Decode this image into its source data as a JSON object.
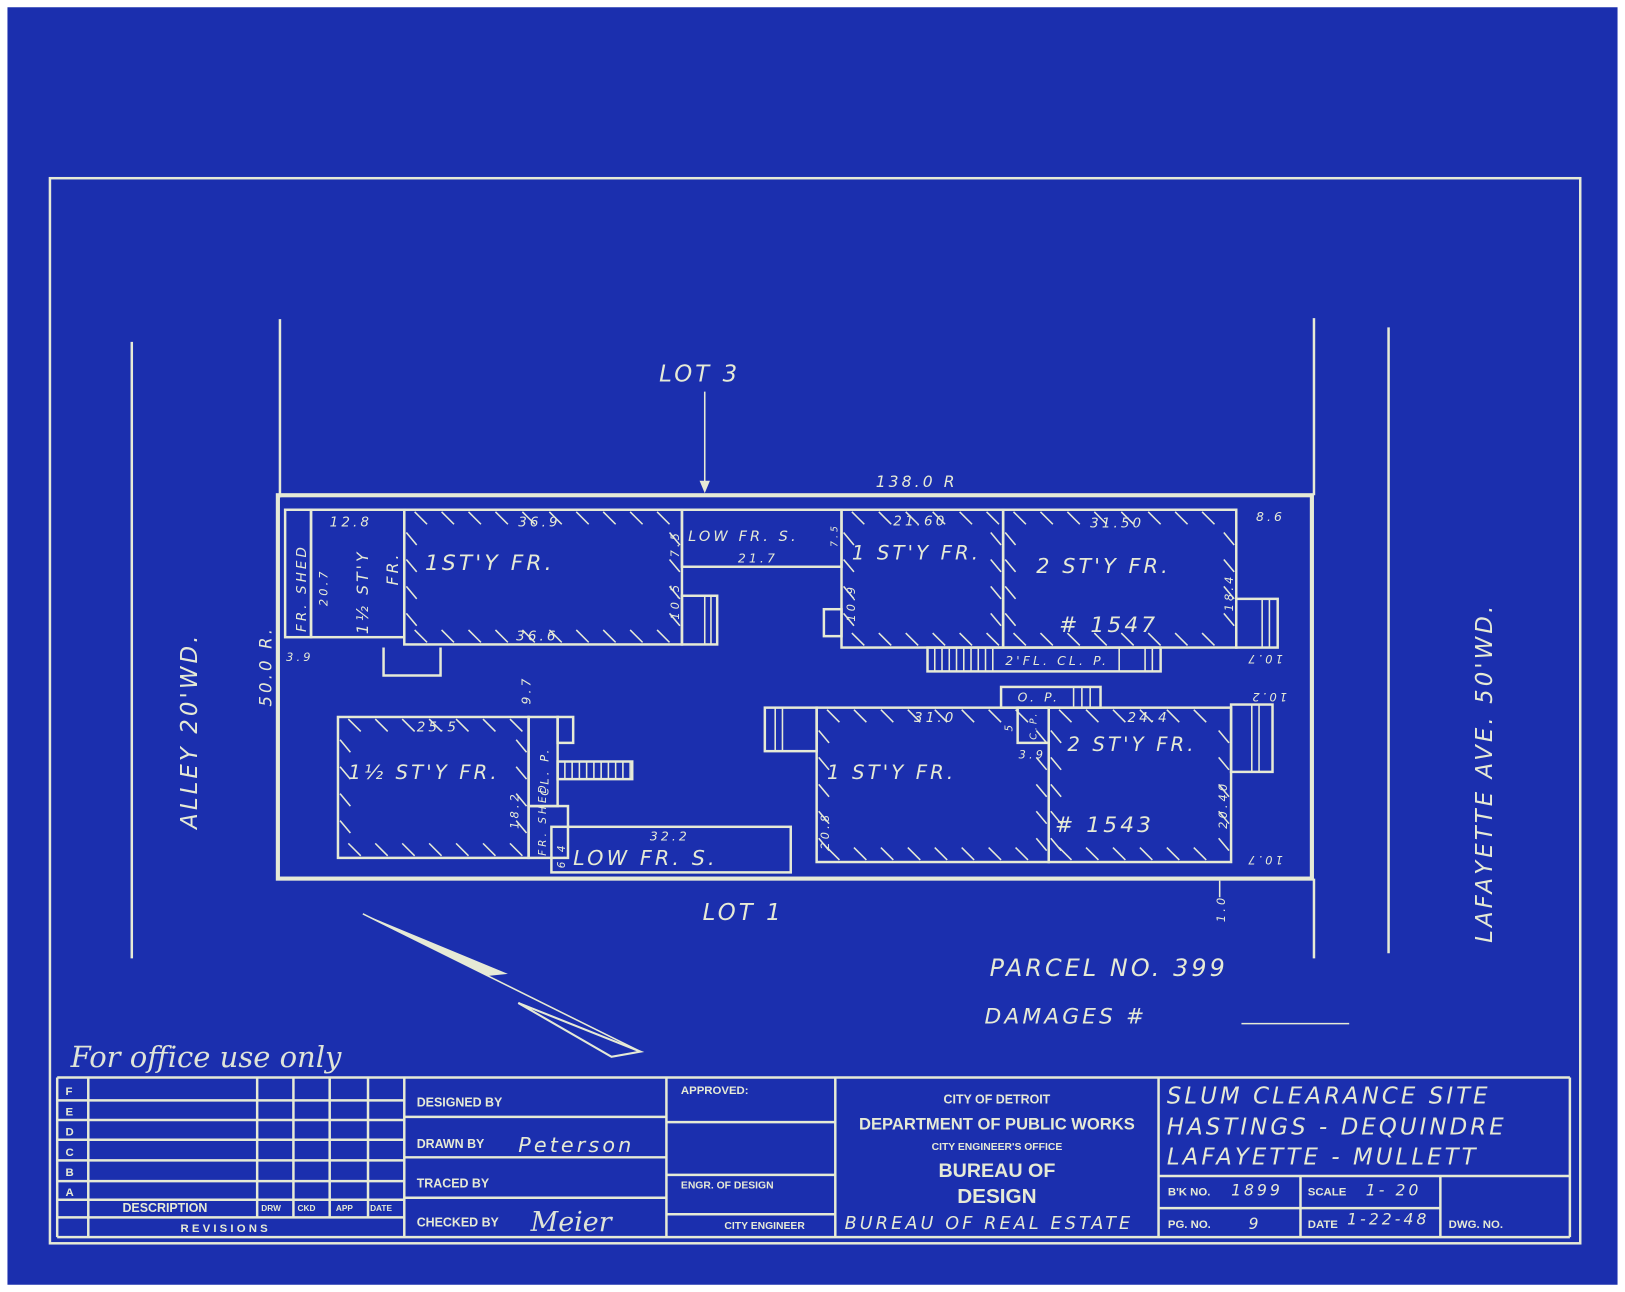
{
  "colors": {
    "paper": "#1b2fae",
    "ink": "#e6ead6"
  },
  "plan": {
    "lot_top": "LOT 3",
    "lot_bottom": "LOT 1",
    "frontage": "138.0 R",
    "depth": "50.0 R.",
    "alley": "ALLEY   20'WD.",
    "avenue": "LAFAYETTE   AVE.   50'WD.",
    "rooms": {
      "fr_shed_top": "FR. SHED",
      "half_story_top": "1½ ST'Y",
      "half_story_top_fr": "FR.",
      "one_story_a": "1ST'Y  FR.",
      "low_fr_s_top": "LOW  FR. S.",
      "one_story_b": "1 ST'Y FR.",
      "two_story_a": "2 ST'Y FR.",
      "house_1547": "# 1547",
      "cl_porch_top": "2'FL. CL. P.",
      "op": "O. P.",
      "cp": "C.P.",
      "half_story_bottom": "1½ ST'Y FR.",
      "cl_p_bottom": "CL. P.",
      "fr_shed_bottom": "FR. SHED",
      "low_fr_s_bottom": "LOW  FR. S.",
      "one_story_c": "1 ST'Y  FR.",
      "two_story_b": "2 ST'Y FR.",
      "house_1543": "# 1543"
    },
    "dims": [
      "12.8",
      "36.9",
      "36.6",
      "20.7",
      "3.9",
      "7.5",
      "10.5",
      "21.7",
      "7.5",
      "10.9",
      "21.60",
      "31.50",
      "18.4",
      "8.6",
      "10.7",
      "9.7",
      "25.5",
      "18.2",
      "6.4",
      "32.2",
      "31.0",
      "24.4",
      "5",
      "3.9",
      "20.8",
      "20.40",
      "10.2",
      "10.7",
      "1.0"
    ],
    "parcel": "PARCEL   NO.  399",
    "damages": "DAMAGES   #",
    "note": "For office use only"
  },
  "title_block": {
    "revision_letters": [
      "F",
      "E",
      "D",
      "C",
      "B",
      "A"
    ],
    "rev_headers": [
      "DESCRIPTION",
      "DRW",
      "CKD",
      "APP",
      "DATE"
    ],
    "revisions_label": "R E V I S I O N S",
    "designed_by": "DESIGNED BY",
    "drawn_by": "DRAWN BY",
    "drawn_by_name": "Peterson",
    "traced_by": "TRACED BY",
    "checked_by": "CHECKED BY",
    "checked_by_name": "Meier",
    "approved": "APPROVED:",
    "engr_of_design": "ENGR. OF DESIGN",
    "city_engineer": "CITY ENGINEER",
    "city": "CITY  OF  DETROIT",
    "department": "DEPARTMENT OF PUBLIC WORKS",
    "office": "CITY  ENGINEER'S  OFFICE",
    "bureau1": "BUREAU OF",
    "bureau2": "DESIGN",
    "bureau_real_estate": "BUREAU OF REAL ESTATE",
    "project1": "SLUM  CLEARANCE  SITE",
    "project2": "HASTINGS - DEQUINDRE",
    "project3": "LAFAYETTE - MULLETT",
    "bk_label": "B'K NO.",
    "bk_value": "1899",
    "scale_label": "SCALE",
    "scale_value": "1- 20",
    "pg_label": "PG. NO.",
    "pg_value": "9",
    "date_label": "DATE",
    "date_value": "1-22-48",
    "dwg_label": "DWG. NO."
  }
}
